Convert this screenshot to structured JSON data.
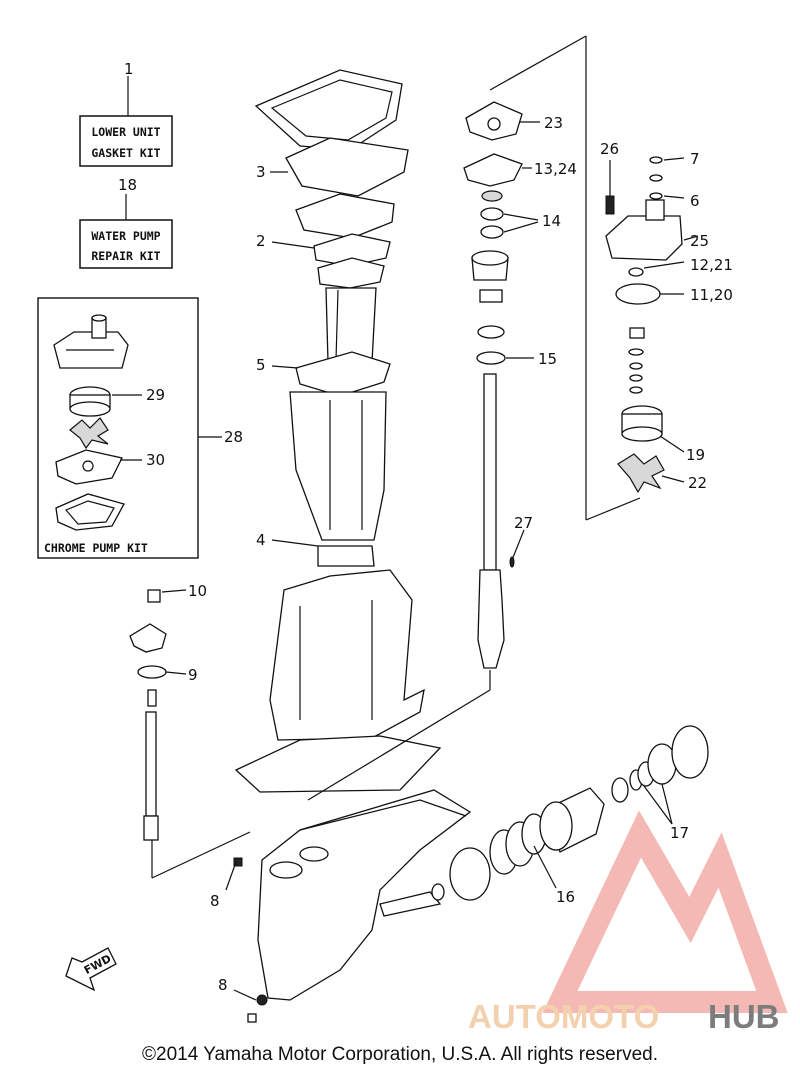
{
  "kits": {
    "gasket": {
      "number": "1",
      "line1": "LOWER UNIT",
      "line2": "GASKET KIT"
    },
    "pump": {
      "number": "18",
      "line1": "WATER PUMP",
      "line2": "REPAIR KIT"
    },
    "chrome": {
      "number": "28",
      "label": "CHROME PUMP KIT"
    }
  },
  "callouts": {
    "c2": "2",
    "c3": "3",
    "c4": "4",
    "c5": "5",
    "c6": "6",
    "c7": "7",
    "c8a": "8",
    "c8b": "8",
    "c9": "9",
    "c10": "10",
    "c11_20": "11,20",
    "c12_21": "12,21",
    "c13_24": "13,24",
    "c14": "14",
    "c15": "15",
    "c16": "16",
    "c17": "17",
    "c19": "19",
    "c22": "22",
    "c23": "23",
    "c25": "25",
    "c26": "26",
    "c27": "27",
    "c29": "29",
    "c30": "30"
  },
  "fwd_label": "FWD",
  "watermark": {
    "part1": "AUTOMOTO",
    "part2": "HUB",
    "color_light": "#f3c9a0",
    "color_dark": "#555555",
    "logo_color": "#e86a5e"
  },
  "copyright": "©2014 Yamaha Motor Corporation, U.S.A. All rights reserved."
}
